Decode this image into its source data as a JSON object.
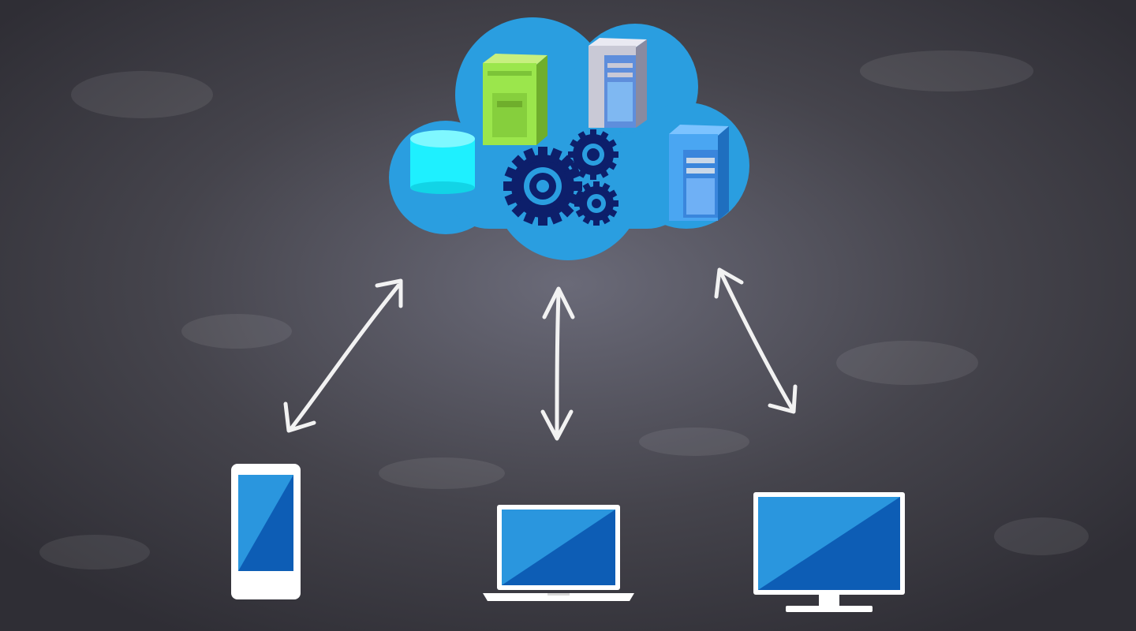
{
  "scene": {
    "description_free": true,
    "background_color": "#3c3b42",
    "background_glow_color": "#6a6a78",
    "chalk_color": "#f2f2f2"
  },
  "cloud": {
    "fill_color": "#2a9ee0",
    "components": [
      {
        "name": "database-icon",
        "color": "#1ef0ff"
      },
      {
        "name": "green-server-icon",
        "color": "#9be64c"
      },
      {
        "name": "gray-server-icon",
        "color": "#c9c9d6"
      },
      {
        "name": "blue-server-icon",
        "color": "#4aa6f2"
      },
      {
        "name": "gears-icon",
        "color": "#0d1f6b"
      }
    ]
  },
  "devices": [
    {
      "name": "smartphone-icon",
      "screen_color": "#2a96de",
      "screen_shade_color": "#0d5db5"
    },
    {
      "name": "laptop-icon",
      "screen_color": "#2a96de",
      "screen_shade_color": "#0d5db5"
    },
    {
      "name": "desktop-monitor-icon",
      "screen_color": "#2a96de",
      "screen_shade_color": "#0d5db5"
    }
  ],
  "connections": [
    {
      "name": "smartphone-connection-arrow",
      "type": "bidirectional"
    },
    {
      "name": "laptop-connection-arrow",
      "type": "bidirectional"
    },
    {
      "name": "desktop-connection-arrow",
      "type": "bidirectional"
    }
  ]
}
